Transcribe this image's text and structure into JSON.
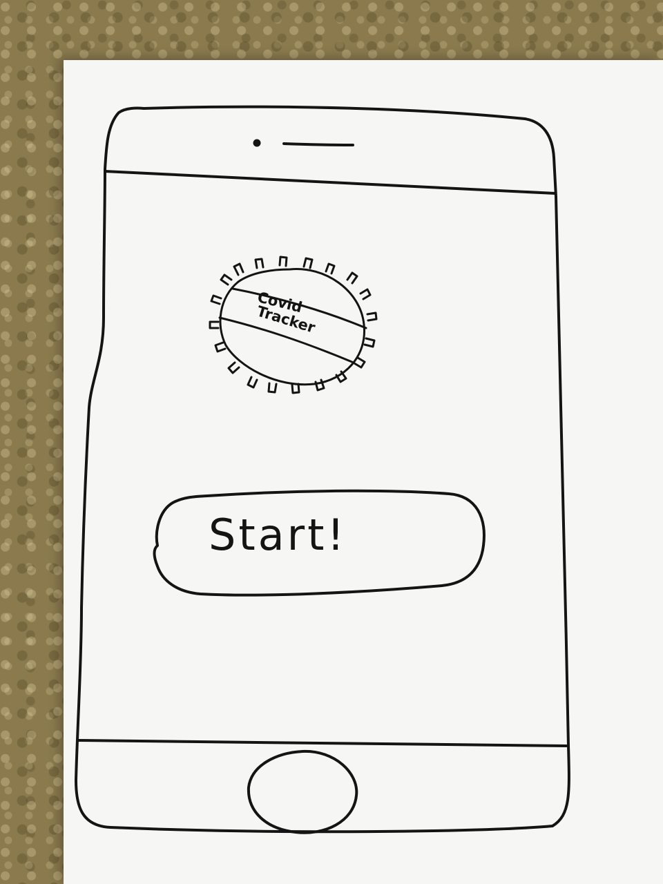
{
  "logo": {
    "text_line1": "Covid",
    "text_line2": "Tracker"
  },
  "start_button": {
    "label": "Start!"
  },
  "icons": {
    "camera": "camera-dot-icon",
    "speaker": "speaker-slot-icon",
    "home": "home-button-icon",
    "logo": "virus-logo-icon"
  }
}
